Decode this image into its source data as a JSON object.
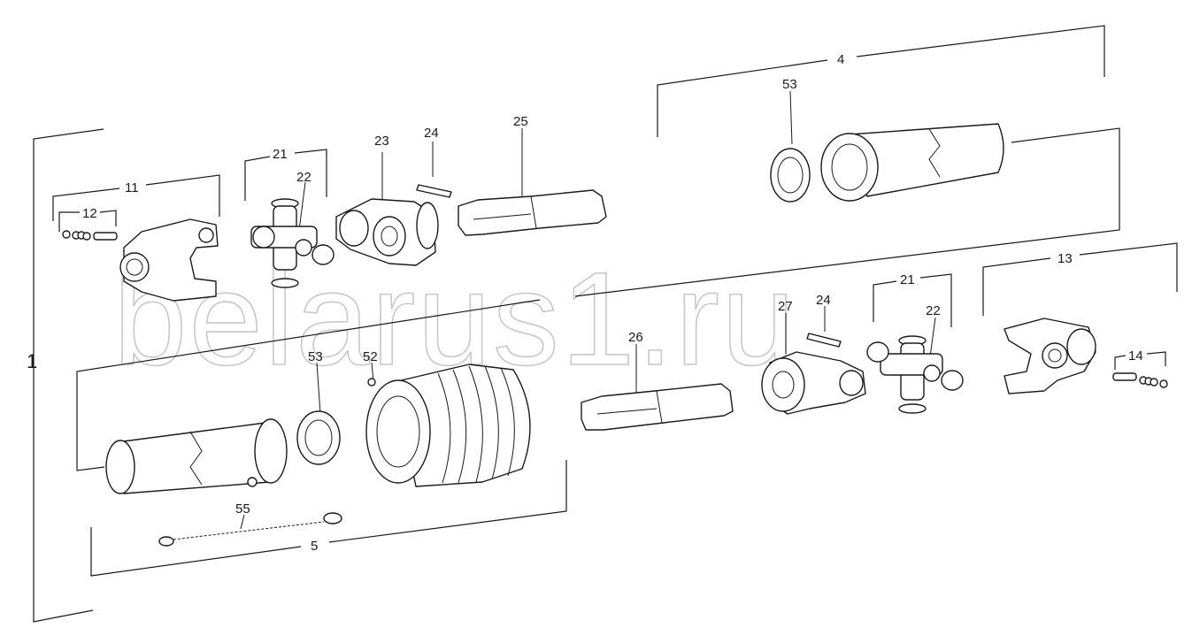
{
  "watermark": "belarus1.ru",
  "labels": {
    "l1": "1",
    "l4": "4",
    "l5": "5",
    "l11": "11",
    "l12": "12",
    "l13": "13",
    "l14": "14",
    "l21a": "21",
    "l21b": "21",
    "l22a": "22",
    "l22b": "22",
    "l23": "23",
    "l24a": "24",
    "l24b": "24",
    "l25": "25",
    "l26": "26",
    "l27": "27",
    "l52": "52",
    "l53a": "53",
    "l53b": "53",
    "l55": "55"
  }
}
